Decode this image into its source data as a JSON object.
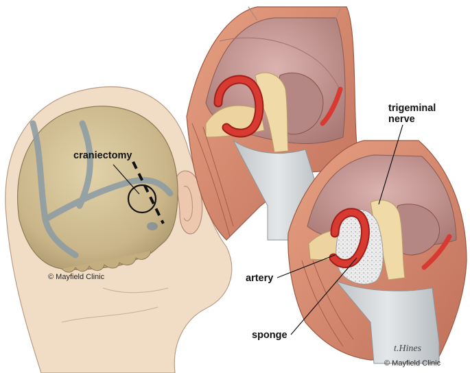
{
  "labels": {
    "craniectomy": "craniectomy",
    "trigeminal_line1": "trigeminal",
    "trigeminal_line2": "nerve",
    "artery": "artery",
    "sponge": "sponge"
  },
  "credits": {
    "left": "© Mayfield Clinic",
    "right": "© Mayfield Clinic",
    "signature": "t.Hines"
  },
  "colors": {
    "skin": "#efd9c2",
    "skull": "#cdb98c",
    "suture": "#8a9aa3",
    "artery": "#d83a32",
    "nerve": "#f0dba8",
    "muscle": "#d9896a",
    "brain": "#c99a98",
    "retractor": "#cfd3d6",
    "sponge": "#e6e6e6"
  }
}
